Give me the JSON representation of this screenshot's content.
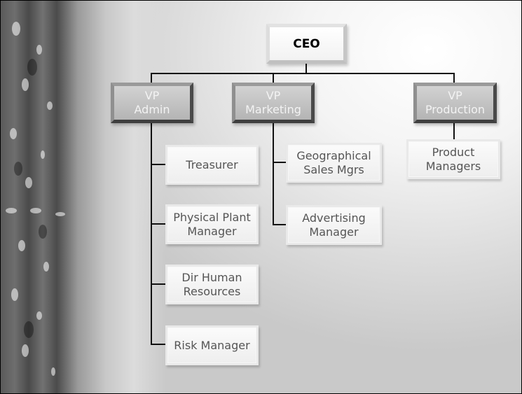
{
  "org_chart": {
    "ceo": "CEO",
    "vps": [
      {
        "label": "VP\nAdmin",
        "reports": [
          "Treasurer",
          "Physical Plant\nManager",
          "Dir Human\nResources",
          "Risk Manager"
        ]
      },
      {
        "label": "VP\nMarketing",
        "reports": [
          "Geographical\nSales Mgrs",
          "Advertising\nManager"
        ]
      },
      {
        "label": "VP\nProduction",
        "reports": [
          "Product\nManagers"
        ]
      }
    ]
  }
}
